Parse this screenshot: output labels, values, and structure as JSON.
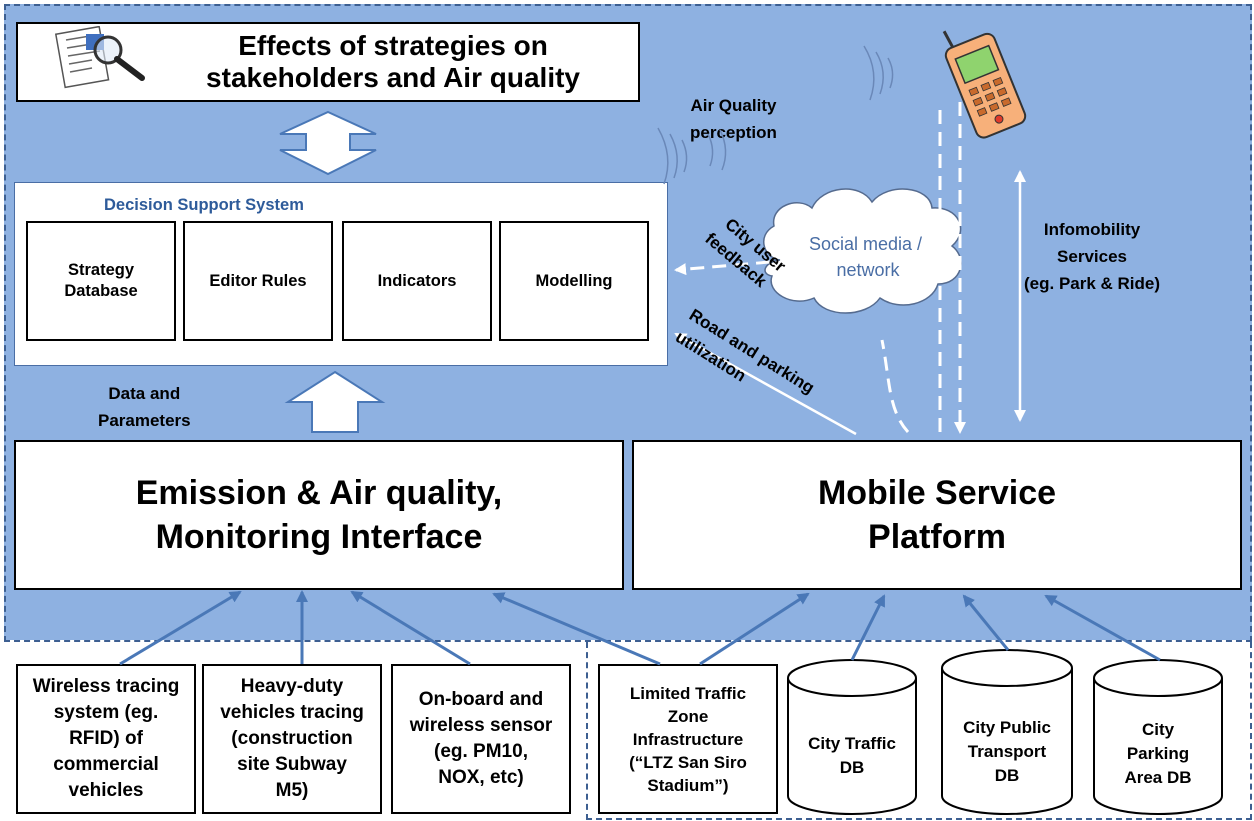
{
  "top_box": {
    "title": "Effects of strategies on\nstakeholders and Air quality"
  },
  "dss": {
    "title": "Decision Support System",
    "modules": [
      "Strategy\nDatabase",
      "Editor Rules",
      "Indicators",
      "Modelling"
    ]
  },
  "labels": {
    "data_params": "Data  and\nParameters",
    "air_quality_perception": "Air Quality\nperception",
    "infomobility": "Infomobility\nServices\n(eg. Park & Ride)",
    "city_user_feedback": "City user\nfeedback",
    "social_media": "Social media /\nnetwork",
    "road_parking": "Road  and parking\nutilization"
  },
  "emission_box": "Emission & Air quality,\nMonitoring Interface",
  "mobile_box": "Mobile Service\nPlatform",
  "sources": [
    "Wireless tracing\nsystem (eg.\nRFID) of\ncommercial\nvehicles",
    "Heavy-duty\nvehicles tracing\n(construction\nsite Subway\nM5)",
    "On-board and\nwireless sensor\n(eg. PM10,\nNOX, etc)",
    "Limited Traffic\nZone\nInfrastructure\n(“LTZ San Siro\nStadium”)"
  ],
  "databases": [
    "City Traffic\nDB",
    "City Public\nTransport\nDB",
    "City\nParking\nArea DB"
  ],
  "colors": {
    "background": "#8eb1e1",
    "arrow": "#4a78b7",
    "border": "#3d5f91",
    "title_blue": "#2e5b9a"
  }
}
